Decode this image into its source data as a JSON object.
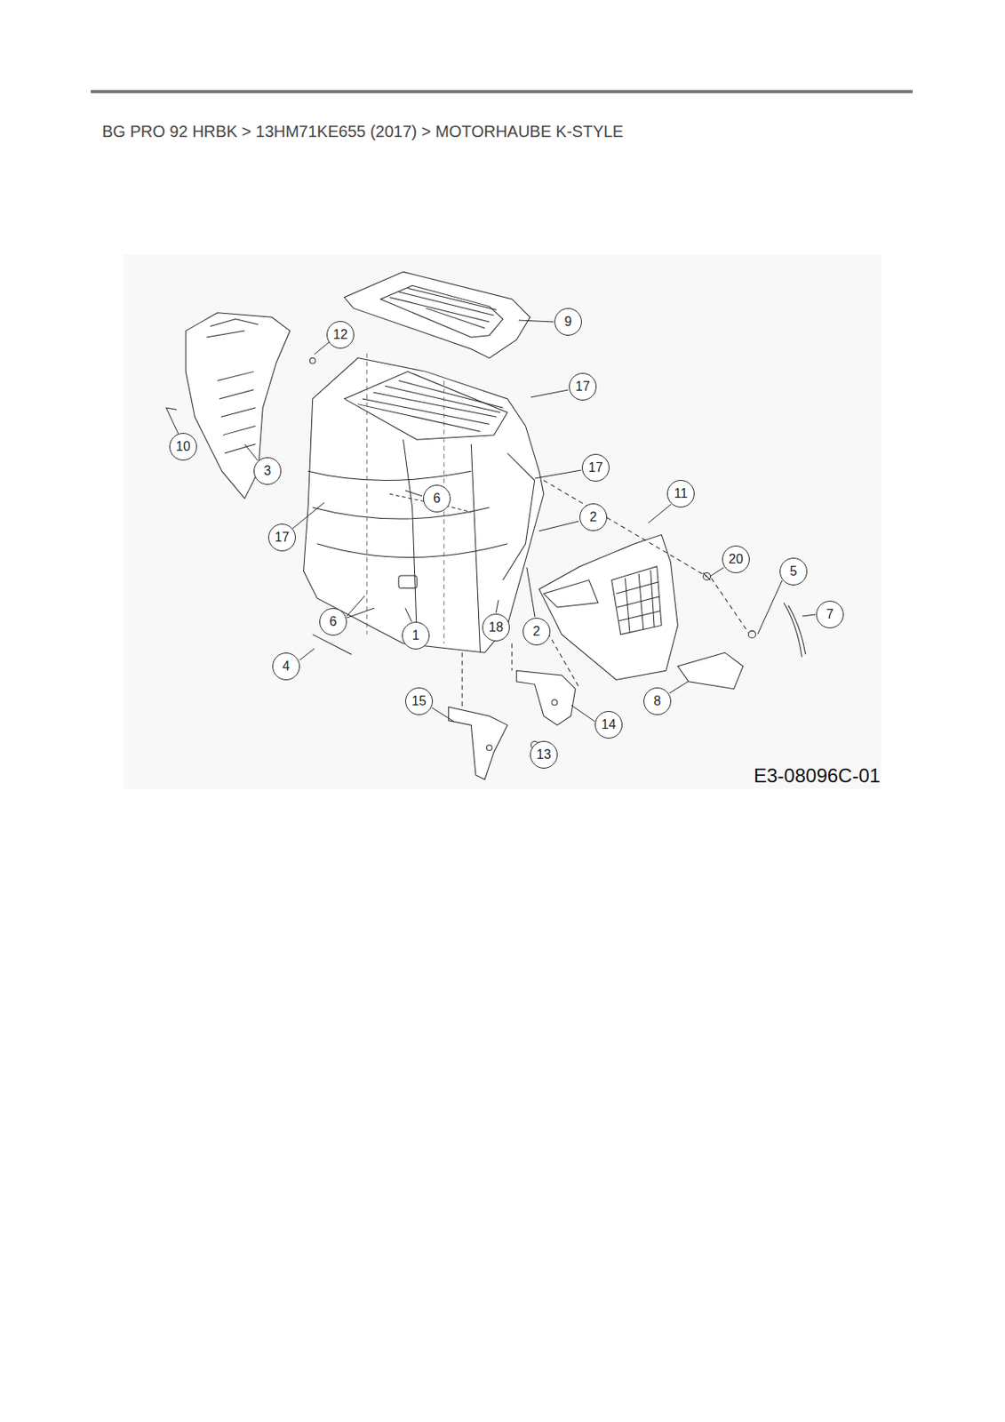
{
  "diagram": {
    "title": "BG PRO 92 HRBK  >  13HM71KE655 (2017)  >  MOTORHAUBE K-STYLE",
    "nodes": [
      {
        "text": [
          "9"
        ]
      },
      {
        "text": [
          "12"
        ]
      },
      {
        "text": [
          "17"
        ]
      },
      {
        "text": [
          "10"
        ]
      },
      {
        "text": [
          "3"
        ]
      },
      {
        "text": [
          "17"
        ]
      },
      {
        "text": [
          "6"
        ]
      },
      {
        "text": [
          "2"
        ]
      },
      {
        "text": [
          "11"
        ]
      },
      {
        "text": [
          "17"
        ]
      },
      {
        "text": [
          "20"
        ]
      },
      {
        "text": [
          "5"
        ]
      },
      {
        "text": [
          "7"
        ]
      },
      {
        "text": [
          "6"
        ]
      },
      {
        "text": [
          "1"
        ]
      },
      {
        "text": [
          "18"
        ]
      },
      {
        "text": [
          "2"
        ]
      },
      {
        "text": [
          "4"
        ]
      },
      {
        "text": [
          "8"
        ]
      },
      {
        "text": [
          "15"
        ]
      },
      {
        "text": [
          "14"
        ]
      },
      {
        "text": [
          "13"
        ]
      }
    ],
    "labels": [
      "E3-08096C-01"
    ]
  }
}
